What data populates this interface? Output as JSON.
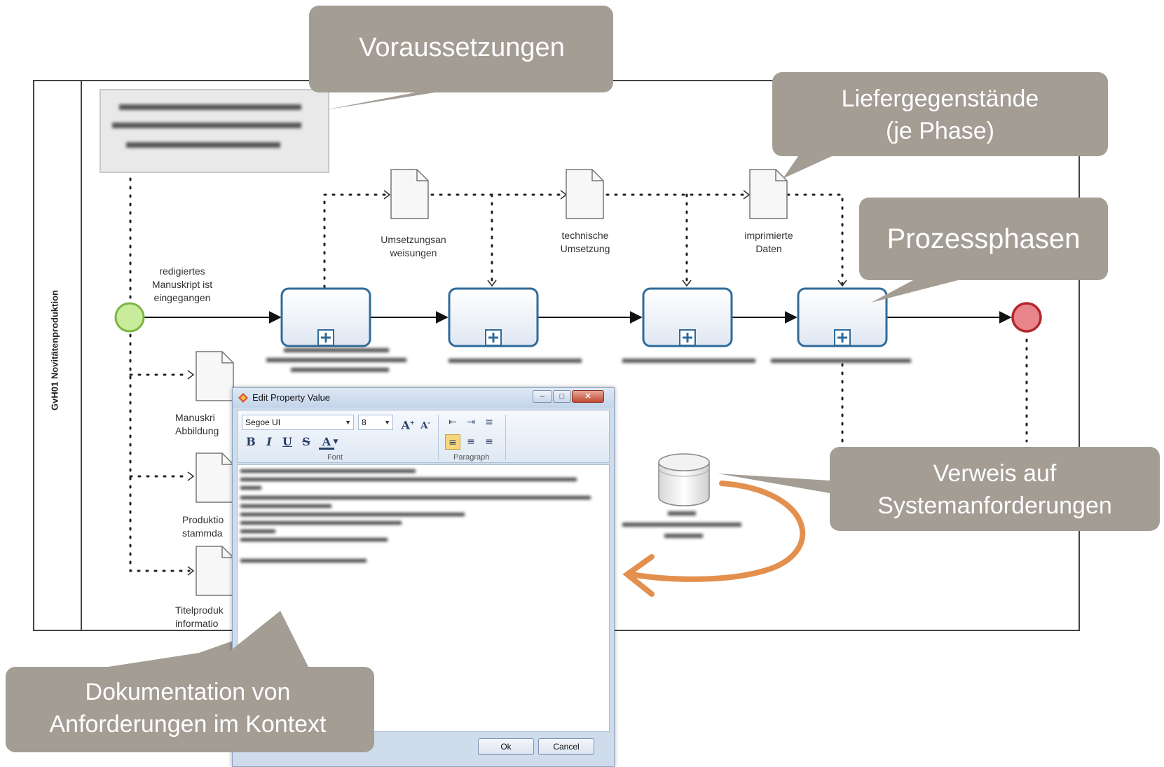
{
  "pool": {
    "label": "GvH01 Novitätenproduktion"
  },
  "start_event": {
    "label_lines": [
      "redigiertes",
      "Manuskript ist",
      "eingegangen"
    ]
  },
  "artifacts": [
    {
      "lines": [
        "Umsetzungsan",
        "weisungen"
      ]
    },
    {
      "lines": [
        "technische",
        "Umsetzung"
      ]
    },
    {
      "lines": [
        "imprimierte",
        "Daten"
      ]
    }
  ],
  "left_artifacts": [
    {
      "lines": [
        "Manuskri",
        "Abbildung"
      ]
    },
    {
      "lines": [
        "Produktio",
        "stammda"
      ]
    },
    {
      "lines": [
        "Titelproduk",
        "informatio"
      ]
    }
  ],
  "callouts": {
    "voraussetzungen": [
      "Voraussetzungen"
    ],
    "liefergegenstaende": [
      "Liefergegenstände",
      "(je Phase)"
    ],
    "prozessphasen": [
      "Prozessphasen"
    ],
    "verweis": [
      "Verweis  auf",
      "Systemanforderungen"
    ],
    "dokumentation": [
      "Dokumentation  von",
      "Anforderungen  im Kontext"
    ]
  },
  "dialog": {
    "title": "Edit Property Value",
    "font_name": "Segoe UI",
    "font_size": "8",
    "group_font": "Font",
    "group_paragraph": "Paragraph",
    "ok": "Ok",
    "cancel": "Cancel",
    "icons": [
      "grow-font-icon",
      "shrink-font-icon",
      "bold-icon",
      "italic-icon",
      "underline-icon",
      "strikethrough-icon",
      "font-color-icon",
      "decrease-indent-icon",
      "increase-indent-icon",
      "bullet-list-icon",
      "align-left-icon",
      "align-center-icon",
      "align-right-icon"
    ]
  },
  "colors": {
    "callout": "#a39d94",
    "task_border": "#2f6b9a",
    "start_fill": "#c9eb9c",
    "end_fill": "#e7858b",
    "arrow": "#e3904f"
  }
}
